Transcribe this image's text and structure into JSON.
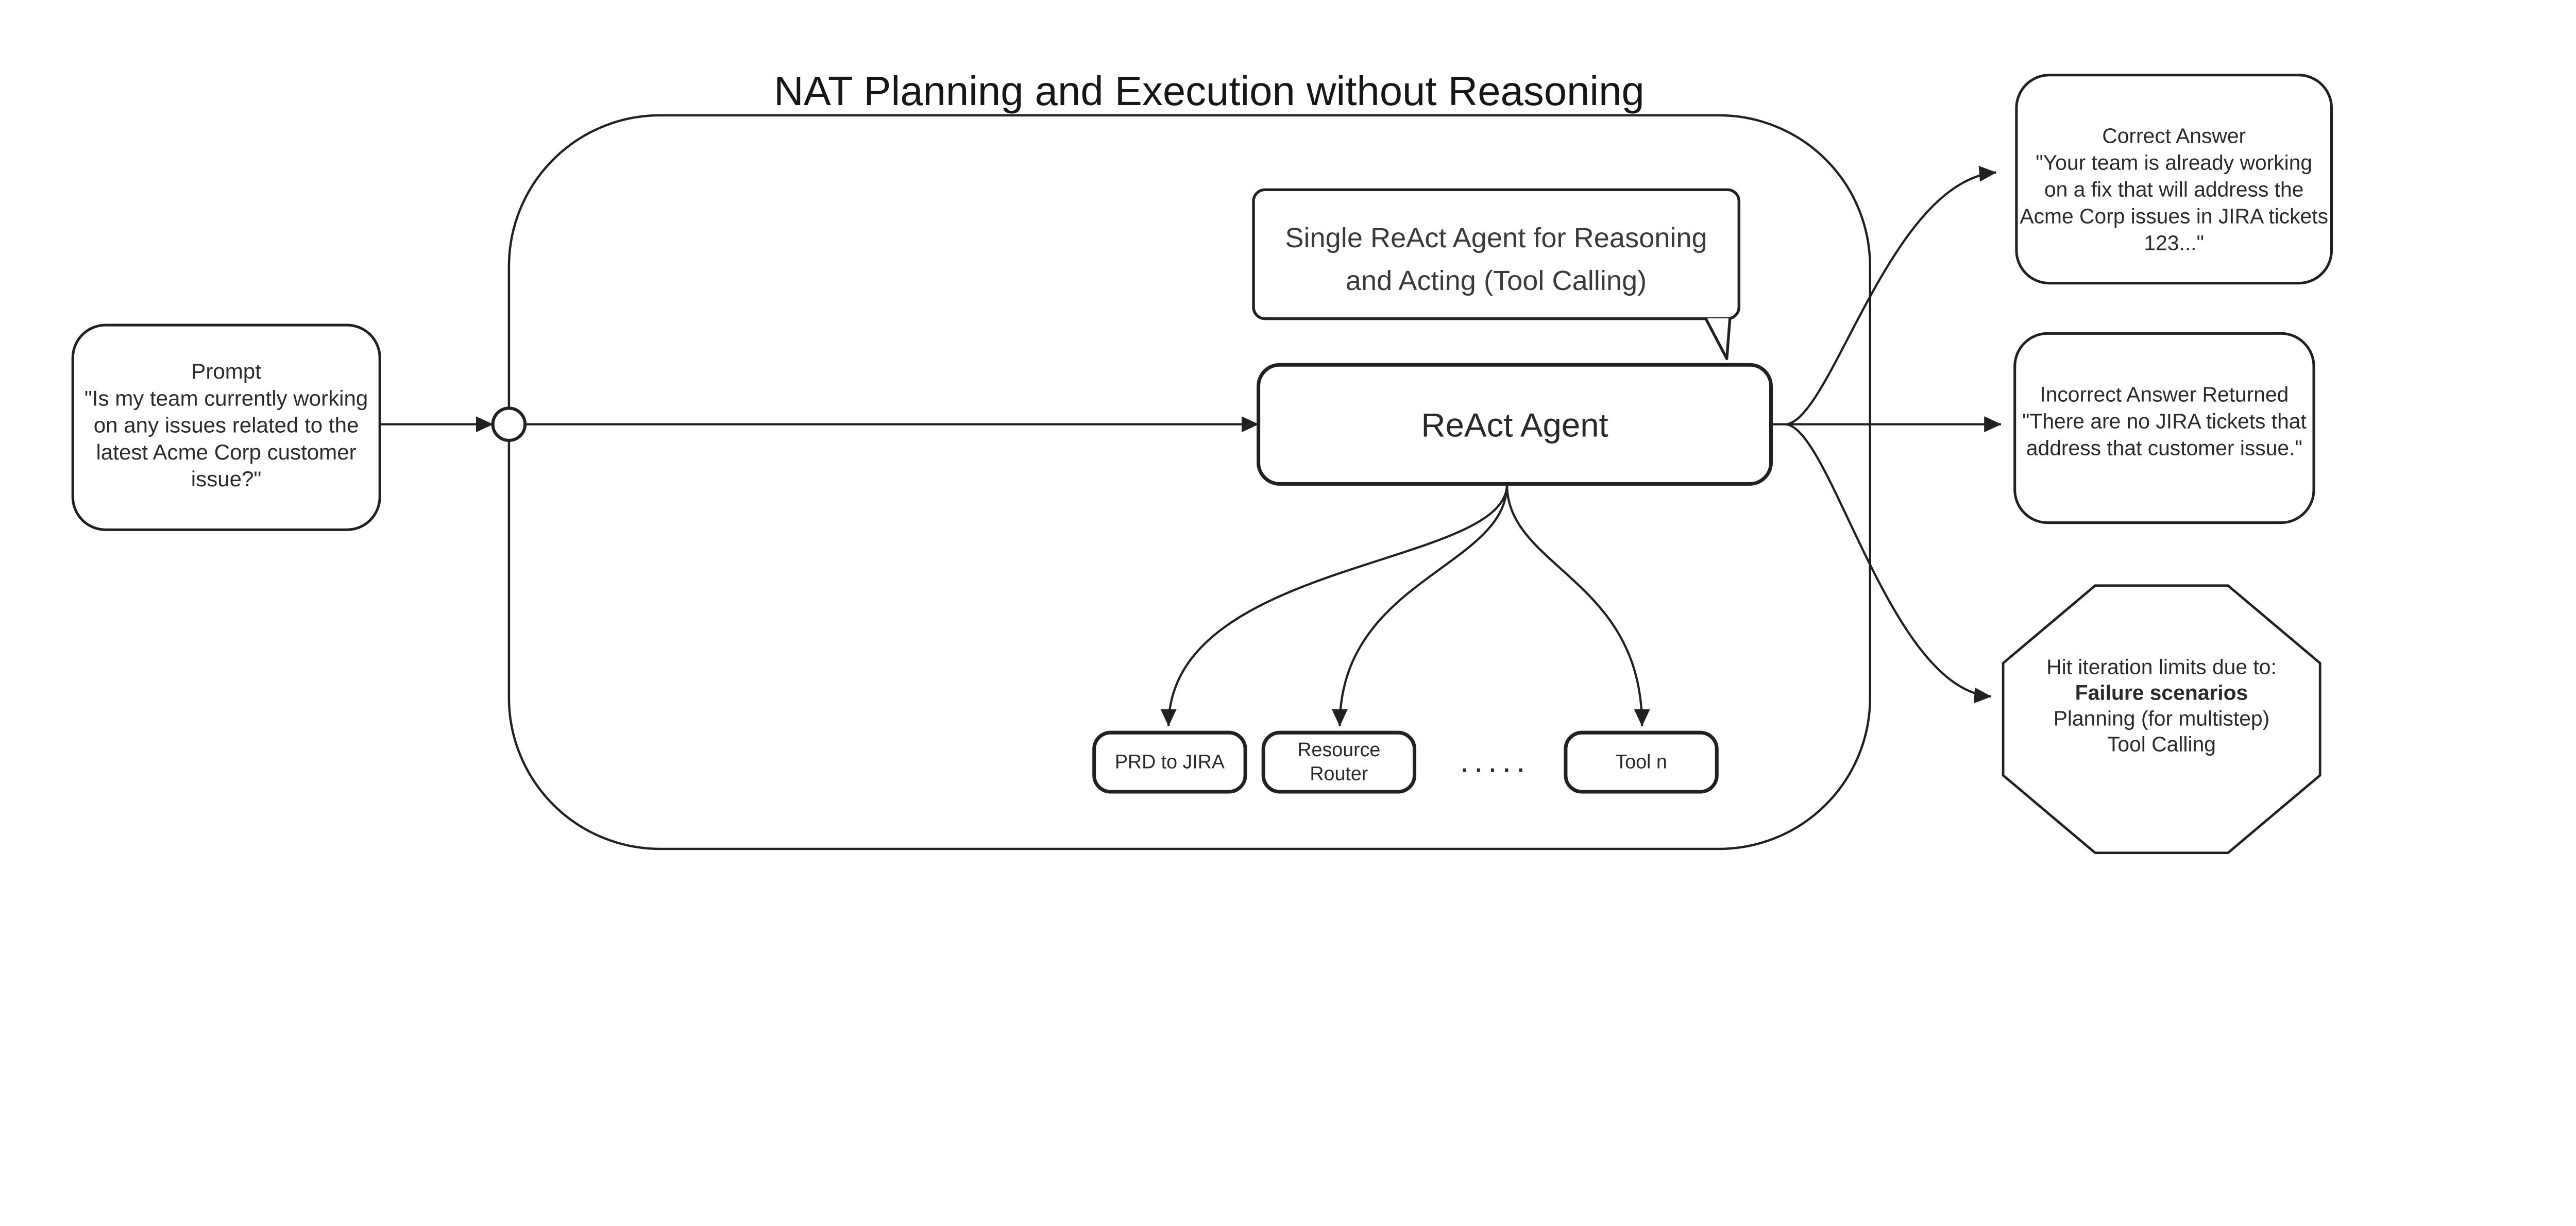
{
  "title": "NAT Planning and Execution without Reasoning",
  "colors": {
    "stroke": "#212121",
    "text": "#2a2a2a",
    "background": "#ffffff"
  },
  "nodes": {
    "prompt": {
      "lines": [
        "Prompt",
        "\"Is my team currently working",
        "on any issues related to the",
        "latest Acme Corp customer",
        "issue?\""
      ]
    },
    "callout": {
      "lines": [
        "Single ReAct Agent for Reasoning",
        "and Acting (Tool Calling)"
      ]
    },
    "react_agent": {
      "label": "ReAct Agent"
    },
    "tool_prd": {
      "label": "PRD to JIRA"
    },
    "tool_resource": {
      "lines": [
        "Resource",
        "Router"
      ]
    },
    "tools_ellipsis": {
      "label": "....."
    },
    "tool_n": {
      "label": "Tool n"
    },
    "correct_answer": {
      "lines": [
        "Correct Answer",
        "\"Your team is already working",
        "on a fix that will address the",
        "Acme Corp issues in JIRA tickets",
        "123...\""
      ]
    },
    "incorrect_answer": {
      "lines": [
        "Incorrect Answer Returned",
        "\"There are no JIRA tickets that",
        "address that customer issue.\""
      ]
    },
    "failure": {
      "lines": [
        "Hit iteration limits due to:",
        "Failure scenarios",
        "Planning (for multistep)",
        "Tool Calling"
      ]
    }
  }
}
